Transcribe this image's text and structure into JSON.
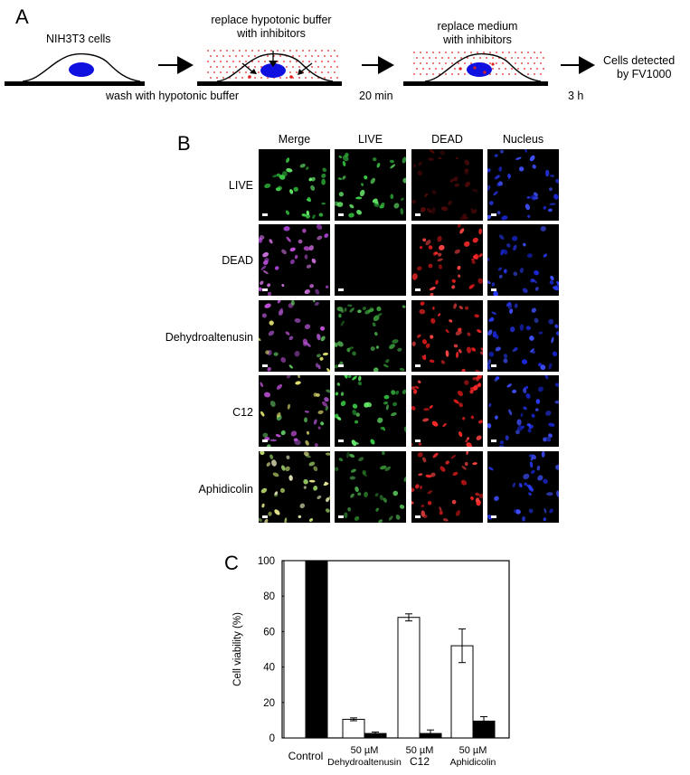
{
  "panel_a": {
    "letter": "A",
    "cell_label": "NIH3T3 cells",
    "step1_title_line1": "replace hypotonic buffer",
    "step1_title_line2": "with inhibitors",
    "step2_title_line1": "replace medium",
    "step2_title_line2": "with inhibitors",
    "result_line1": "Cells  detected",
    "result_line2": "by FV1000",
    "wash_label": "wash with hypotonic buffer",
    "time1": "20 min",
    "time2": "3 h",
    "colors": {
      "nucleus": "#1010e0",
      "dots": "#e02020"
    }
  },
  "panel_b": {
    "letter": "B",
    "columns": [
      "Merge",
      "LIVE",
      "DEAD",
      "Nucleus"
    ],
    "rows": [
      "LIVE",
      "DEAD",
      "Dehydroaltenusin",
      "C12",
      "Aphidicolin"
    ]
  },
  "panel_c": {
    "letter": "C"
  },
  "chart_data": {
    "type": "bar",
    "ylabel": "Cell viability (%)",
    "ylim": [
      0,
      100
    ],
    "yticks": [
      0,
      20,
      40,
      60,
      80,
      100
    ],
    "categories": [
      {
        "line1": "Control",
        "line2": ""
      },
      {
        "line1": "50 µM",
        "line2": "Dehydroaltenusin"
      },
      {
        "line1": "50 µM",
        "line2": "C12"
      },
      {
        "line1": "50 µM",
        "line2": "Aphidicolin"
      }
    ],
    "series": [
      {
        "fill": "#ffffff",
        "values": [
          100,
          10.5,
          68,
          52
        ],
        "errors": [
          0,
          0.8,
          2,
          9.5
        ]
      },
      {
        "fill": "#000000",
        "values": [
          100,
          2.5,
          2.5,
          9.5
        ],
        "errors": [
          0,
          0.8,
          2,
          2.5
        ]
      }
    ]
  }
}
